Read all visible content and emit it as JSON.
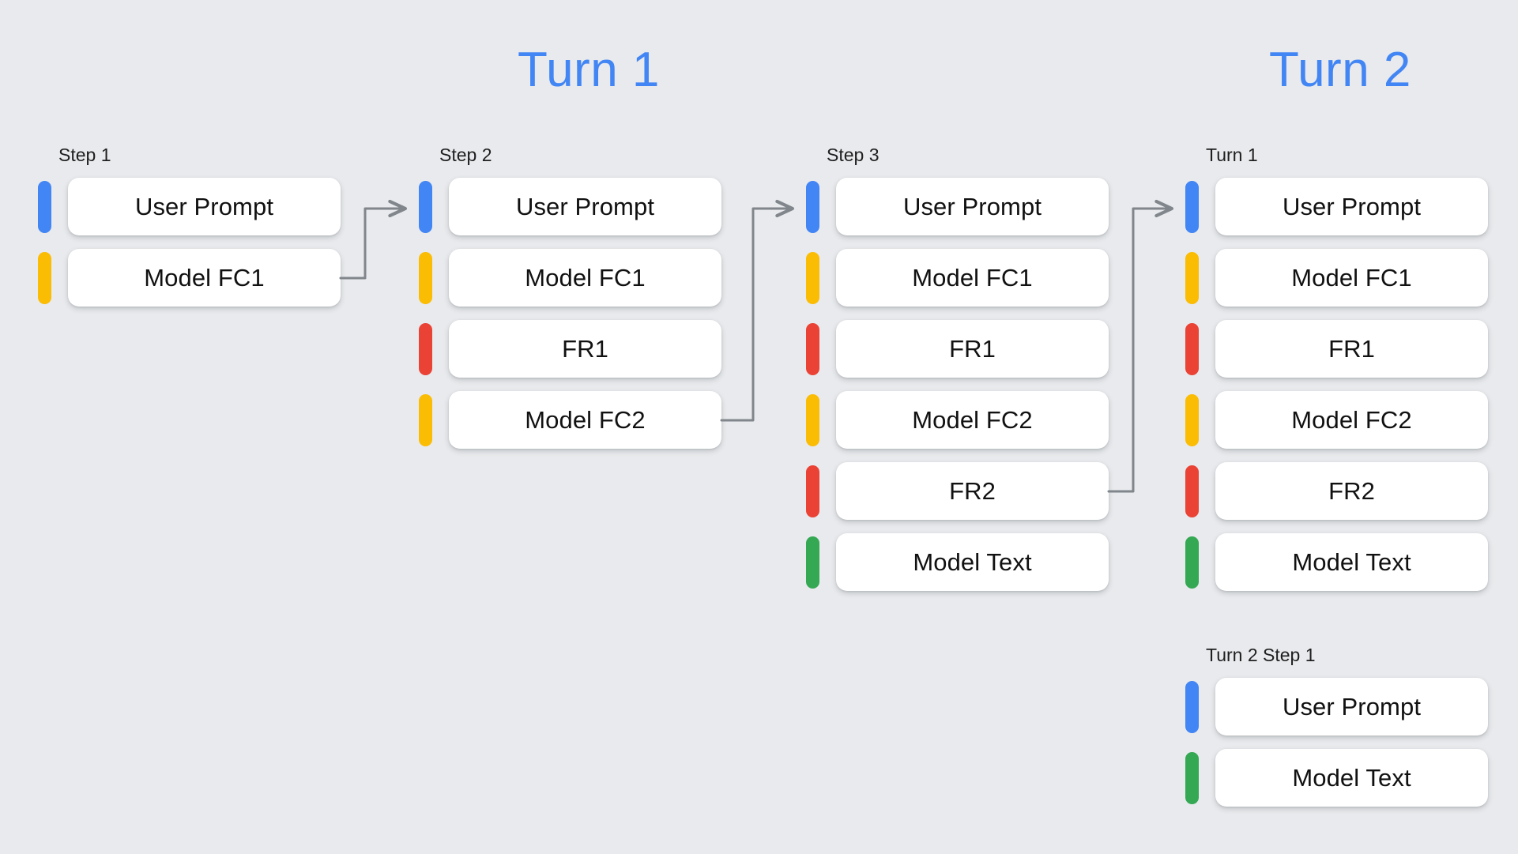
{
  "background_color": "#e8eaed",
  "palette": {
    "blue": "#4285f4",
    "yellow": "#fbbc04",
    "red": "#ea4335",
    "green": "#34a853",
    "connector": "#80868b",
    "card_bg": "#ffffff",
    "text": "#111111"
  },
  "headers": [
    {
      "label": "Turn 1"
    },
    {
      "label": "Turn 2"
    }
  ],
  "columns": [
    {
      "label": "Step 1",
      "rows": [
        {
          "color": "blue",
          "label": "User Prompt"
        },
        {
          "color": "yellow",
          "label": "Model FC1"
        }
      ]
    },
    {
      "label": "Step 2",
      "rows": [
        {
          "color": "blue",
          "label": "User Prompt"
        },
        {
          "color": "yellow",
          "label": "Model FC1"
        },
        {
          "color": "red",
          "label": "FR1"
        },
        {
          "color": "yellow",
          "label": "Model FC2"
        }
      ]
    },
    {
      "label": "Step 3",
      "rows": [
        {
          "color": "blue",
          "label": "User Prompt"
        },
        {
          "color": "yellow",
          "label": "Model FC1"
        },
        {
          "color": "red",
          "label": "FR1"
        },
        {
          "color": "yellow",
          "label": "Model FC2"
        },
        {
          "color": "red",
          "label": "FR2"
        },
        {
          "color": "green",
          "label": "Model Text"
        }
      ]
    },
    {
      "label": "Turn 1",
      "rows": [
        {
          "color": "blue",
          "label": "User Prompt"
        },
        {
          "color": "yellow",
          "label": "Model FC1"
        },
        {
          "color": "red",
          "label": "FR1"
        },
        {
          "color": "yellow",
          "label": "Model FC2"
        },
        {
          "color": "red",
          "label": "FR2"
        },
        {
          "color": "green",
          "label": "Model Text"
        }
      ]
    },
    {
      "label": "Turn 2 Step 1",
      "rows": [
        {
          "color": "blue",
          "label": "User Prompt"
        },
        {
          "color": "green",
          "label": "Model Text"
        }
      ]
    }
  ]
}
